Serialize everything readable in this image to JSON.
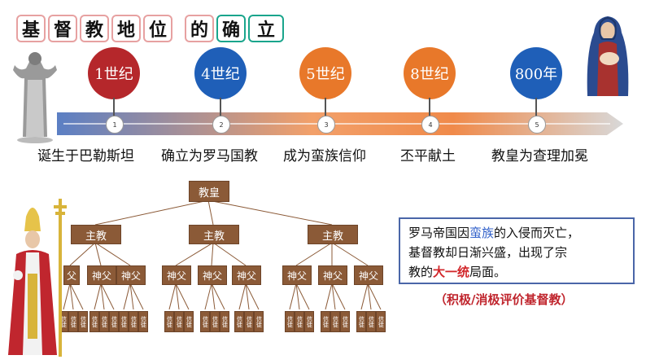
{
  "title": {
    "chars": [
      "基",
      "督",
      "教",
      "地",
      "位",
      "的",
      "确",
      "立"
    ]
  },
  "timeline": {
    "eras": [
      {
        "label": "1世纪",
        "color": "#b5272b",
        "index": "1",
        "event": "诞生于巴勒斯坦"
      },
      {
        "label": "4世纪",
        "color": "#1f5fb8",
        "index": "2",
        "event": "确立为罗马国教"
      },
      {
        "label": "5世纪",
        "color": "#e8782a",
        "index": "3",
        "event": "成为蛮族信仰"
      },
      {
        "label": "8世纪",
        "color": "#e8782a",
        "index": "4",
        "event": "丕平献土"
      },
      {
        "label": "800年",
        "color": "#1f5fb8",
        "index": "5",
        "event": "教皇为查理加冕"
      }
    ]
  },
  "hierarchy": {
    "top": "教皇",
    "bishop": "主教",
    "priest": "神父",
    "believer": "信徒",
    "partial_priest": "父"
  },
  "note": {
    "line1_a": "罗马帝国因",
    "line1_b": "蛮族",
    "line1_c": "的入侵而灭亡，",
    "line2": "基督教却日渐兴盛，出现了宗",
    "line3_a": "教的",
    "line3_b": "大一统",
    "line3_c": "局面。"
  },
  "caption": "（积极/消极评价基督教）",
  "colors": {
    "tree_box": "#8b5a37",
    "note_border": "#4a66a8",
    "caption": "#c0262e"
  }
}
